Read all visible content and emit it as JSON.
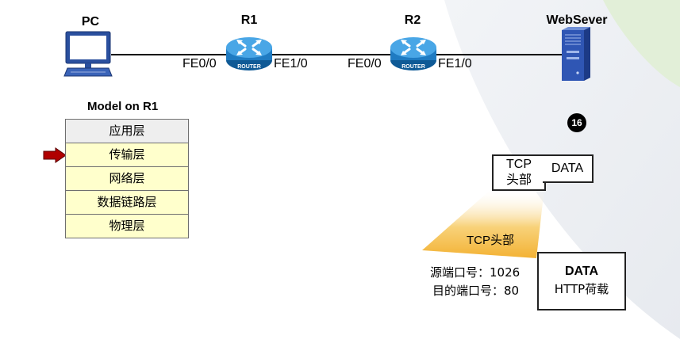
{
  "topology": {
    "pc_label": "PC",
    "r1_label": "R1",
    "r2_label": "R2",
    "server_label": "WebSever",
    "r1_left_port": "FE0/0",
    "r1_right_port": "FE1/0",
    "r2_left_port": "FE0/0",
    "r2_right_port": "FE1/0",
    "router_badge": "ROUTER"
  },
  "model": {
    "title": "Model on R1",
    "layers": [
      "应用层",
      "传输层",
      "网络层",
      "数据链路层",
      "物理层"
    ],
    "highlighted_index": 1
  },
  "step_badge": "16",
  "packet": {
    "tcp_line1": "TCP",
    "tcp_line2": "头部",
    "data": "DATA"
  },
  "detail": {
    "callout_title": "TCP头部",
    "src_port": "源端口号：1026",
    "dst_port": "目的端口号：80",
    "payload_title": "DATA",
    "payload_sub": "HTTP荷载"
  },
  "colors": {
    "arrow": "#b00000",
    "router": "#1f7bc2",
    "server": "#2f56b4",
    "callout": "#f3b234",
    "layer_fill": "#ffffcc"
  }
}
